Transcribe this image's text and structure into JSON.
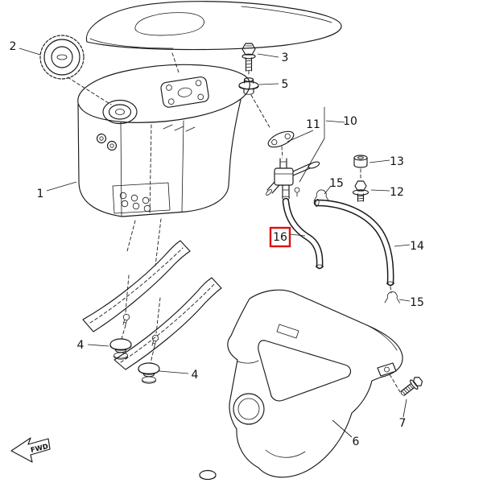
{
  "colors": {
    "background": "#ffffff",
    "line": "#1a1a1a",
    "highlight_box": "#dd1111"
  },
  "fwd_arrow": {
    "label": "FWD"
  },
  "callouts": {
    "fuel_tank": "1",
    "fuel_filler_cap": "2",
    "bolt_upper": "3",
    "damper_front": "4",
    "damper_rear": "4",
    "grommet_upper": "5",
    "bottom_cowling": "6",
    "bolt_lower_right": "7",
    "fuel_cock_assembly": "10",
    "joint": "11",
    "bolt_cock": "12",
    "grommet_cock": "13",
    "fuel_hose_long": "14",
    "clip_upper": "15",
    "clip_lower": "15",
    "fuel_hose_short": "16"
  },
  "highlight": {
    "selected_callout": "16"
  }
}
